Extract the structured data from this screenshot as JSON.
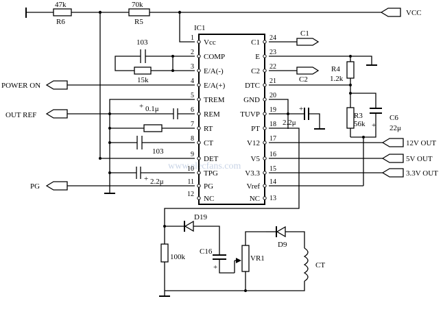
{
  "ic": {
    "name": "IC1",
    "left_pins": [
      {
        "num": "1",
        "name": "Vcc"
      },
      {
        "num": "2",
        "name": "COMP"
      },
      {
        "num": "3",
        "name": "E/A(-)"
      },
      {
        "num": "4",
        "name": "E/A(+)"
      },
      {
        "num": "5",
        "name": "TREM"
      },
      {
        "num": "6",
        "name": "REM"
      },
      {
        "num": "7",
        "name": "RT"
      },
      {
        "num": "8",
        "name": "CT"
      },
      {
        "num": "9",
        "name": "DET"
      },
      {
        "num": "10",
        "name": "TPG"
      },
      {
        "num": "11",
        "name": "PG"
      },
      {
        "num": "12",
        "name": "NC"
      }
    ],
    "right_pins": [
      {
        "num": "24",
        "name": "C1"
      },
      {
        "num": "23",
        "name": "E"
      },
      {
        "num": "22",
        "name": "C2"
      },
      {
        "num": "21",
        "name": "DTC"
      },
      {
        "num": "20",
        "name": "GND"
      },
      {
        "num": "19",
        "name": "TUVP"
      },
      {
        "num": "18",
        "name": "PT"
      },
      {
        "num": "17",
        "name": "V12"
      },
      {
        "num": "16",
        "name": "V5"
      },
      {
        "num": "15",
        "name": "V3.3"
      },
      {
        "num": "14",
        "name": "Vref"
      },
      {
        "num": "13",
        "name": "NC"
      }
    ]
  },
  "components": {
    "r6_value": "47k",
    "r6_name": "R6",
    "r5_value": "70k",
    "r5_name": "R5",
    "comp_cap_value": "103",
    "comp_res_value": "15k",
    "rem_cap_plus": "+",
    "rem_cap_value": "0.1μ",
    "ct_cap_value": "103",
    "tpg_cap_plus": "+",
    "tpg_cap_value": "2.2μ",
    "tuvp_cap_plus": "+",
    "tuvp_cap_value": "2.2μ",
    "r4_name": "R4",
    "r4_value": "1.2k",
    "r3_name": "R3",
    "r3_value": "56k",
    "c6_name": "C6",
    "c6_value": "22μ",
    "c6_plus": "+",
    "d19_name": "D19",
    "c16_name": "C16",
    "c16_plus": "+",
    "r100k_value": "100k",
    "vr1_name": "VR1",
    "d9_name": "D9",
    "ct_name": "CT"
  },
  "ports": {
    "vcc": "VCC",
    "c1": "C1",
    "c2": "C2",
    "power_on": "POWER ON",
    "out_ref": "OUT REF",
    "pg": "PG",
    "out_12v": "12V OUT",
    "out_5v": "5V OUT",
    "out_33v": "3.3V OUT"
  },
  "watermark": "www.elecfans.com"
}
